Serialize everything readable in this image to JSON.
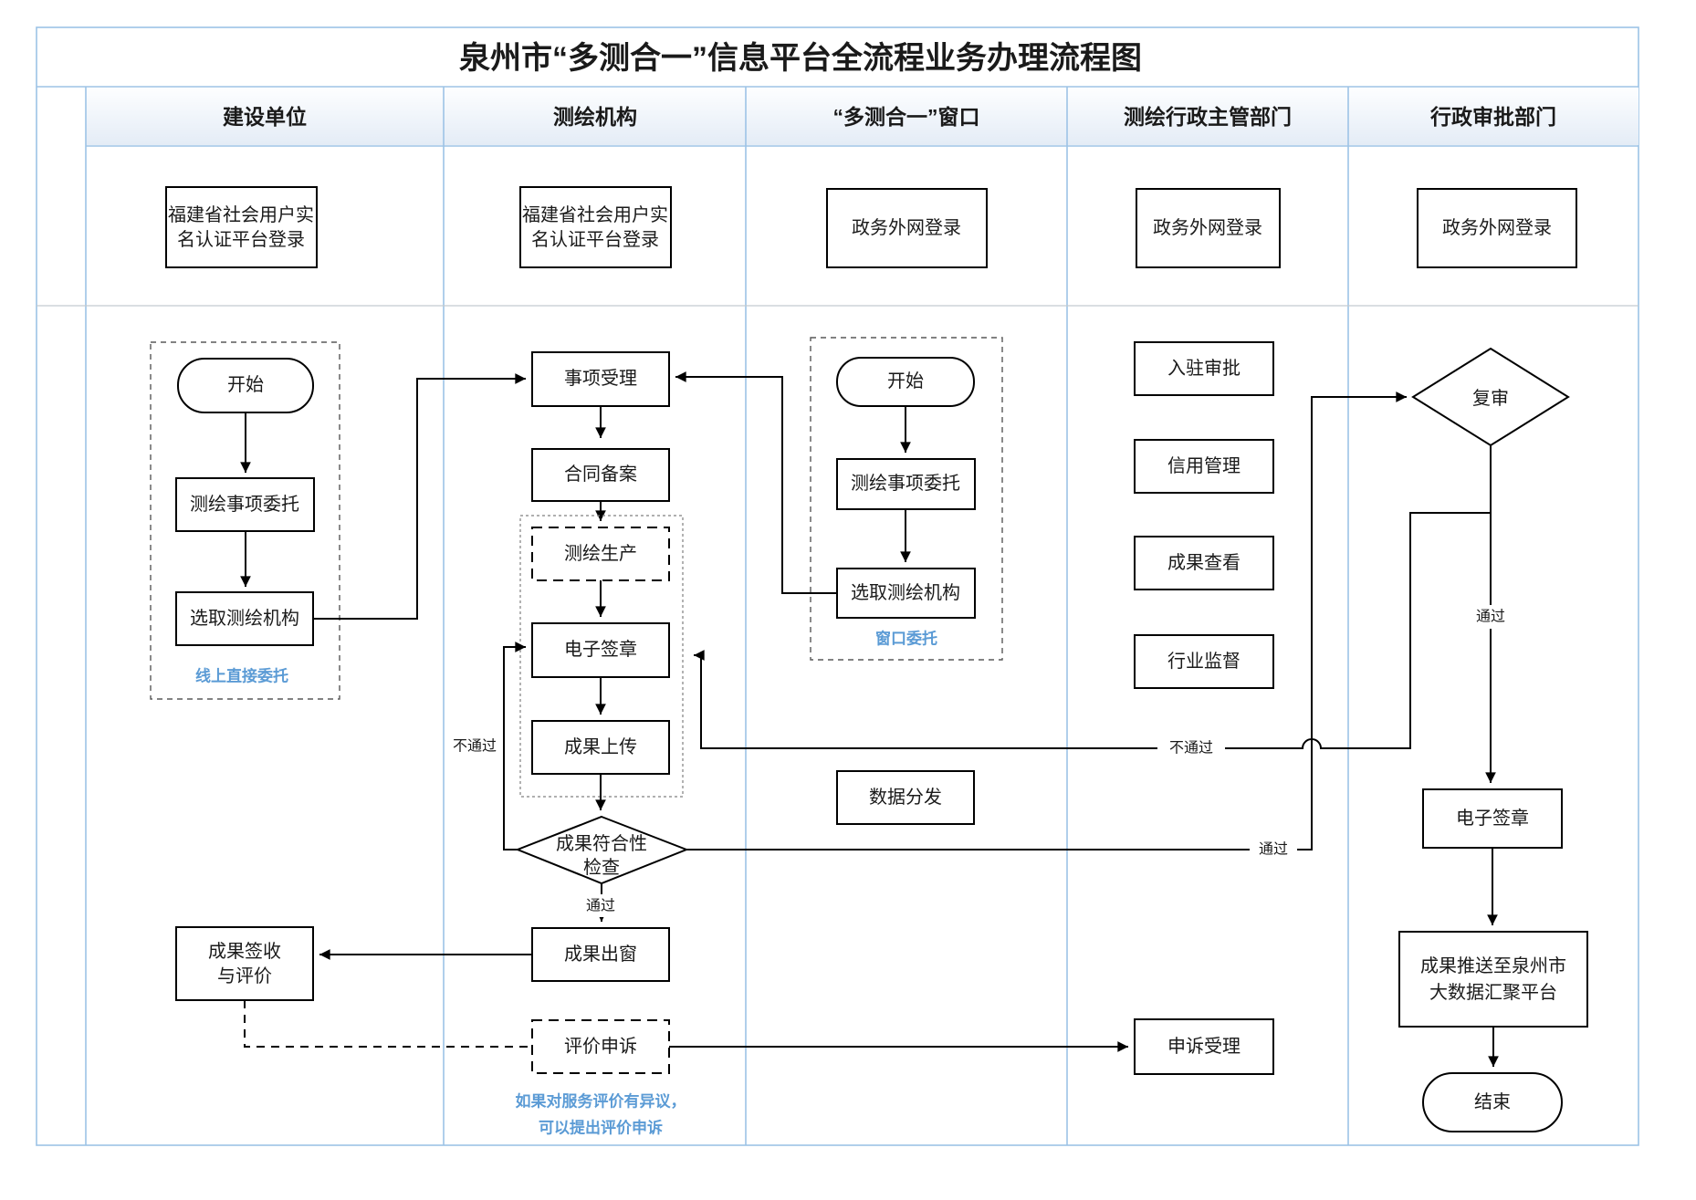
{
  "title": "泉州市“多测合一”信息平台全流程业务办理流程图",
  "lanes": [
    "建设单位",
    "测绘机构",
    "“多测合一”窗口",
    "测绘行政主管部门",
    "行政审批部门"
  ],
  "nodes": {
    "login_fujian": [
      "福建省社会用户实",
      "名认证平台登录"
    ],
    "login_gov": "政务外网登录",
    "start": "开始",
    "survey_delegate": "测绘事项委托",
    "choose_agency": "选取测绘机构",
    "accept": "事项受理",
    "contract": "合同备案",
    "production": "测绘生产",
    "esign": "电子签章",
    "upload": "成果上传",
    "check": [
      "成果符合性",
      "检查"
    ],
    "result_out": "成果出窗",
    "receipt": [
      "成果签收",
      "与评价"
    ],
    "appeal": "评价申诉",
    "data_dist": "数据分发",
    "entry_approval": "入驻审批",
    "credit": "信用管理",
    "result_view": "成果查看",
    "supervision": "行业监督",
    "appeal_accept": "申诉受理",
    "review": "复审",
    "push": [
      "成果推送至泉州市",
      "大数据汇聚平台"
    ],
    "end": "结束"
  },
  "edge_labels": {
    "pass": "通过",
    "fail": "不通过"
  },
  "annotations": {
    "online_delegate": "线上直接委托",
    "window_delegate": "窗口委托",
    "note_line1": "如果对服务评价有异议，",
    "note_line2": "可以提出评价申诉"
  },
  "colors": {
    "annotation_blue": "#5B9BD5",
    "lane_border": "#9DC3E6",
    "row_separator": "#C3C9D0"
  }
}
